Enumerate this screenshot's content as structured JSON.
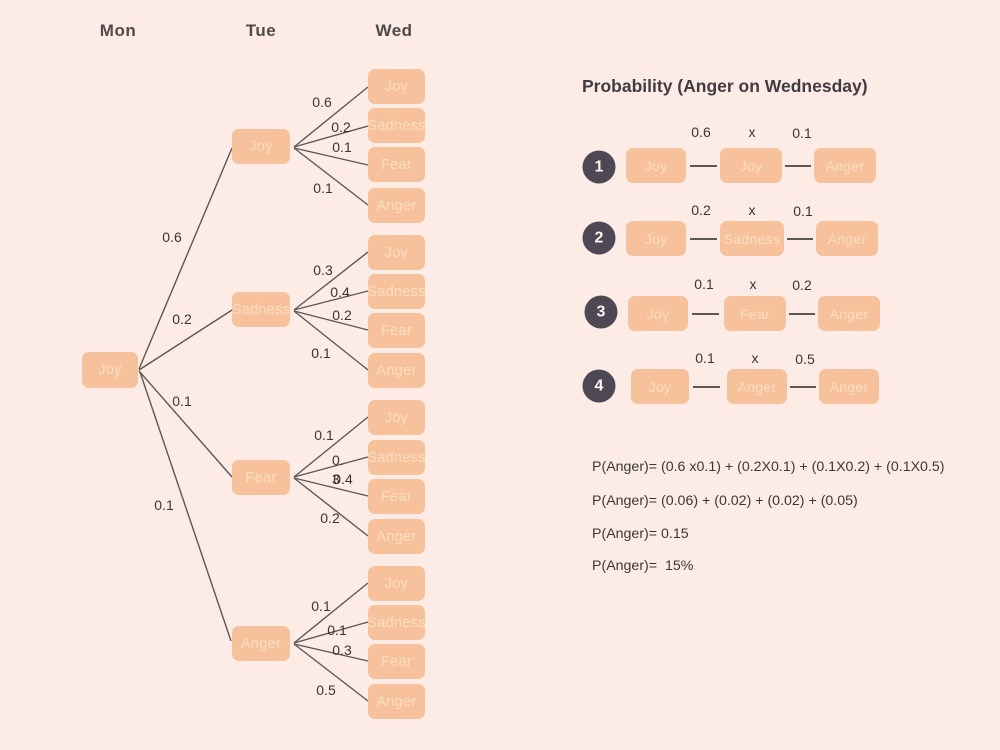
{
  "header": {
    "days": [
      "Mon",
      "Tue",
      "Wed"
    ]
  },
  "tree": {
    "root": {
      "label": "Joy"
    },
    "root_branches": [
      {
        "prob": "0.6",
        "to": "Joy"
      },
      {
        "prob": "0.2",
        "to": "Sadness"
      },
      {
        "prob": "0.1",
        "to": "Fear"
      },
      {
        "prob": "0.1",
        "to": "Anger"
      }
    ],
    "tue_nodes": [
      {
        "label": "Joy",
        "branches": [
          {
            "prob": "0.6",
            "to": "Joy"
          },
          {
            "prob": "0.2",
            "to": "Sadness"
          },
          {
            "prob": "0.1",
            "to": "Fear"
          },
          {
            "prob": "0.1",
            "to": "Anger"
          }
        ]
      },
      {
        "label": "Sadness",
        "branches": [
          {
            "prob": "0.3",
            "to": "Joy"
          },
          {
            "prob": "0.4",
            "to": "Sadness"
          },
          {
            "prob": "0.2",
            "to": "Fear"
          },
          {
            "prob": "0.1",
            "to": "Anger"
          }
        ]
      },
      {
        "label": "Fear",
        "branches": [
          {
            "prob": "0.1",
            "to": "Joy"
          },
          {
            "prob": "0.3",
            "to": "Sadness"
          },
          {
            "prob": "0.4",
            "to": "Fear"
          },
          {
            "prob": "0.2",
            "to": "Anger"
          }
        ]
      },
      {
        "label": "Anger",
        "branches": [
          {
            "prob": "0.1",
            "to": "Joy"
          },
          {
            "prob": "0.1",
            "to": "Sadness"
          },
          {
            "prob": "0.3",
            "to": "Fear"
          },
          {
            "prob": "0.5",
            "to": "Anger"
          }
        ]
      }
    ]
  },
  "panel": {
    "title": "Probability (Anger on Wednesday)",
    "rows": [
      {
        "num": "1",
        "from": "Joy",
        "via": "Joy",
        "to": "Anger",
        "p1": "0.6",
        "op": "x",
        "p2": "0.1"
      },
      {
        "num": "2",
        "from": "Joy",
        "via": "Sadness",
        "to": "Anger",
        "p1": "0.2",
        "op": "x",
        "p2": "0.1"
      },
      {
        "num": "3",
        "from": "Joy",
        "via": "Fear",
        "to": "Anger",
        "p1": "0.1",
        "op": "x",
        "p2": "0.2"
      },
      {
        "num": "4",
        "from": "Joy",
        "via": "Anger",
        "to": "Anger",
        "p1": "0.1",
        "op": "x",
        "p2": "0.5"
      }
    ],
    "equations": [
      "P(Anger)= (0.6 x0.1) + (0.2X0.1) + (0.1X0.2) + (0.1X0.5)",
      "P(Anger)= (0.06) + (0.02) + (0.02) + (0.05)",
      "P(Anger)= 0.15",
      "P(Anger)=  15%"
    ]
  },
  "colors": {
    "background": "#fdece5",
    "node_fill": "#f6c19b",
    "node_text": "#fbdfc2",
    "line": "#5d5754",
    "badge": "#4e4855",
    "heading": "#4f4a49",
    "text": "#3b3737"
  }
}
